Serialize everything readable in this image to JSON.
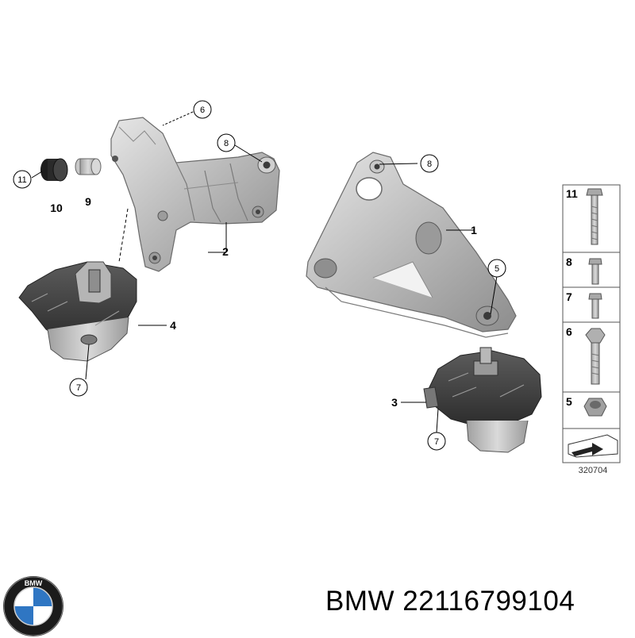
{
  "diagram": {
    "callouts": [
      {
        "id": "c6",
        "text": "6"
      },
      {
        "id": "c8a",
        "text": "8"
      },
      {
        "id": "c11",
        "text": "11"
      },
      {
        "id": "c8b",
        "text": "8"
      },
      {
        "id": "c5",
        "text": "5"
      },
      {
        "id": "c7a",
        "text": "7"
      },
      {
        "id": "c7b",
        "text": "7"
      }
    ],
    "labels": {
      "n10": "10",
      "n9": "9",
      "n2": "2",
      "n1": "1",
      "n4": "4",
      "n3": "3"
    },
    "legend": [
      "11",
      "8",
      "7",
      "6",
      "5"
    ],
    "diagram_number": "320704"
  },
  "footer": {
    "brand_part": "BMW 22116799104",
    "logo_letters": "BMW"
  }
}
